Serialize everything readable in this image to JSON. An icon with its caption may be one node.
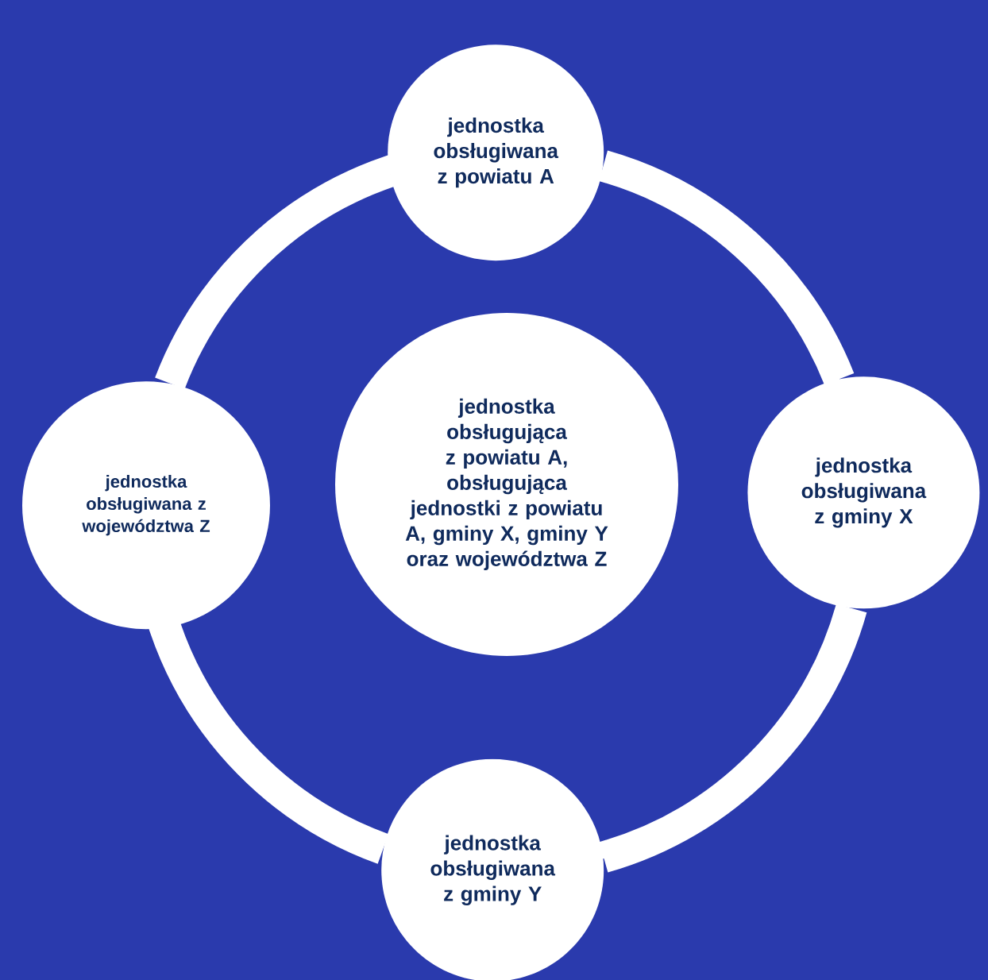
{
  "diagram": {
    "nodes": [
      {
        "text": [
          "jednostka obsługiwana z powiatu A"
        ]
      },
      {
        "text": [
          "jednostka obsługiwana z województwa Z"
        ]
      },
      {
        "text": [
          "jednostka obsługująca z powiatu A, obsługująca jednostki z powiatu A, gminy X, gminy Y oraz województwa Z"
        ]
      },
      {
        "text": [
          "jednostka obsługiwana z gminy X"
        ]
      },
      {
        "text": [
          "jednostka obsługiwana z gminy Y"
        ]
      }
    ],
    "edges": [
      {
        "from": 0,
        "to": 3,
        "arrow": "none"
      },
      {
        "from": 3,
        "to": 4,
        "arrow": "none"
      },
      {
        "from": 4,
        "to": 1,
        "arrow": "none"
      },
      {
        "from": 1,
        "to": 0,
        "arrow": "none"
      }
    ]
  }
}
